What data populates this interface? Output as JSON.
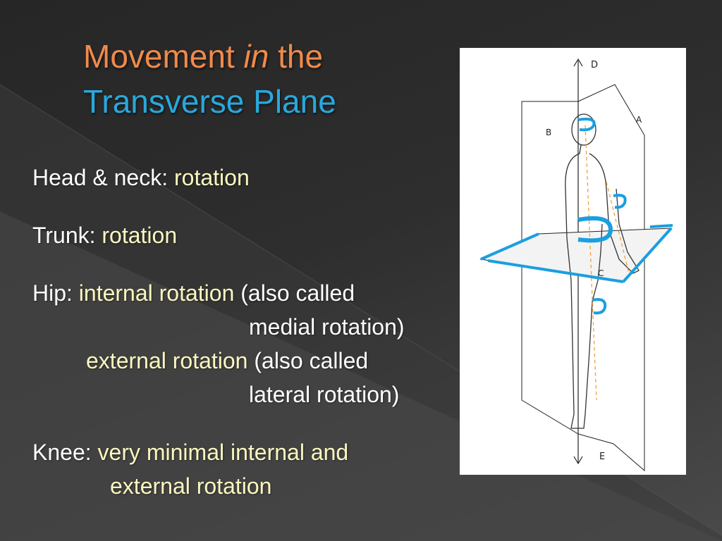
{
  "title": {
    "part1": "Movement ",
    "part2": "in",
    "part3": " the",
    "line2": "Transverse Plane"
  },
  "items": {
    "head": {
      "label": "Head & neck: ",
      "value": "rotation"
    },
    "trunk": {
      "label": "Trunk: ",
      "value": "rotation"
    },
    "hip": {
      "label": "Hip: ",
      "value1": "internal rotation",
      "note1a": " (also called",
      "note1b": "medial rotation)",
      "value2": "external rotation",
      "note2a": " (also called",
      "note2b": "lateral rotation)"
    },
    "knee": {
      "label": "Knee: ",
      "value_line1": "very minimal internal and",
      "value_line2": "external rotation"
    }
  },
  "figure": {
    "labels": {
      "d": "D",
      "a": "A",
      "b": "B",
      "c": "C",
      "e": "E"
    }
  },
  "colors": {
    "title_orange": "#f08a4b",
    "title_blue": "#29a8dc",
    "highlight": "#fbf7c0",
    "arrow_blue": "#1a9fe0",
    "axis_dash": "#f0a040"
  }
}
